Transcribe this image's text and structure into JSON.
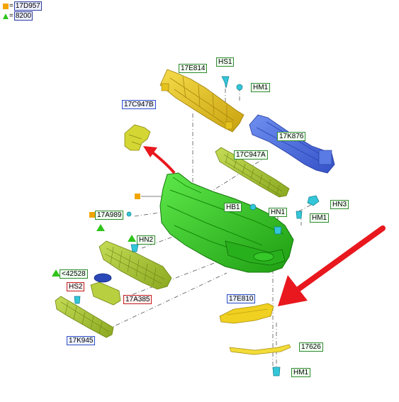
{
  "legend": [
    {
      "shape": "square",
      "color": "#f2a500",
      "eq": "=",
      "code": "17D957"
    },
    {
      "shape": "triangle",
      "color": "#2ec41a",
      "eq": "=",
      "code": "8200"
    }
  ],
  "labels": {
    "l_17E814": "17E814",
    "l_HS1": "HS1",
    "l_HM1_top": "HM1",
    "l_17C947B": "17C947B",
    "l_17K876": "17K876",
    "l_17C947A": "17C947A",
    "l_HN3": "HN3",
    "l_HB1": "HB1",
    "l_HN1": "HN1",
    "l_HM1_mid": "HM1",
    "l_17A989": "17A989",
    "l_HN2": "HN2",
    "l_42528": "<42528",
    "l_HS2": "HS2",
    "l_17A385": "17A385",
    "l_17E810": "17E810",
    "l_17K945": "17K945",
    "l_17626": "17626",
    "l_HM1_bot": "HM1"
  },
  "colors": {
    "bumper": "#3dd42a",
    "bumper_dark": "#1f9a14",
    "reinforcement": "#4a6fe0",
    "upper_bracket": "#e8c41a",
    "absorber": "#a8c83a",
    "grille": "#a3c12b",
    "fog_lamp_cover": "#f0d020",
    "clip": "#33c6d8",
    "arrow": "#e8181e"
  }
}
